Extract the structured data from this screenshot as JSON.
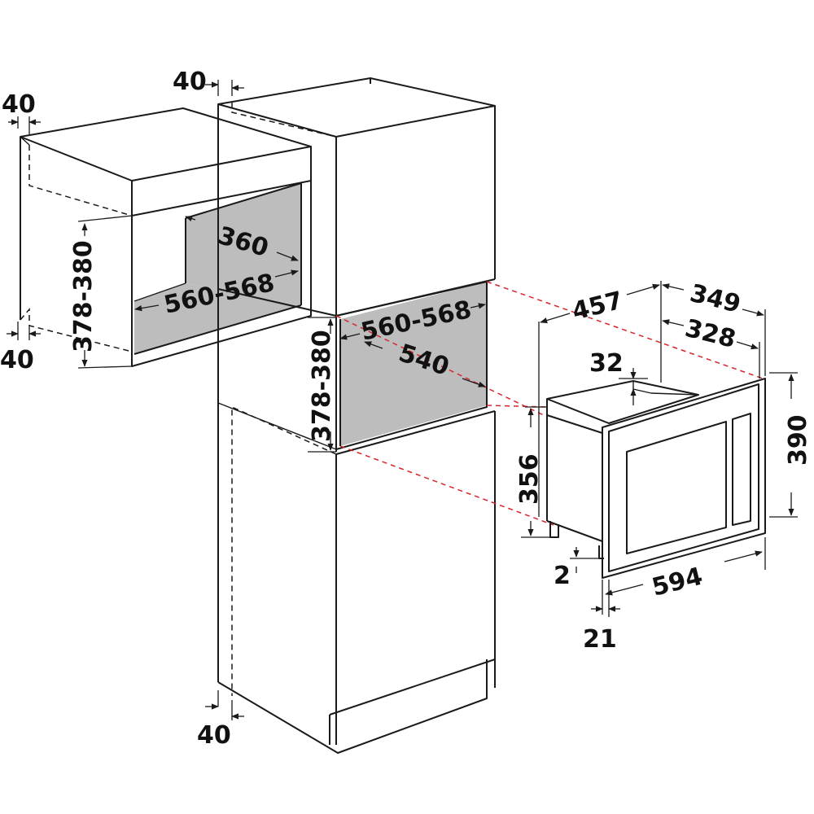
{
  "colors": {
    "line": "#1a1a1a",
    "cavity": "#bdbdbd",
    "projection": "#d9242b",
    "background": "#ffffff"
  },
  "labels": {
    "gap_40_top": "40",
    "wall_gap_40_top": "40",
    "wall_gap_40_bottom": "40",
    "tall_gap_40_bottom": "40",
    "wall_depth_360": "360",
    "wall_width": "560-568",
    "wall_height": "378-380",
    "tall_width": "560-568",
    "tall_depth_540": "540",
    "tall_height": "378-380",
    "oven_width_457": "457",
    "oven_depth_349": "349",
    "oven_depth_328": "328",
    "oven_top_32": "32",
    "oven_height_356": "356",
    "oven_front_height_390": "390",
    "oven_foot_2": "2",
    "oven_front_width_594": "594",
    "oven_front_depth_21": "21"
  }
}
